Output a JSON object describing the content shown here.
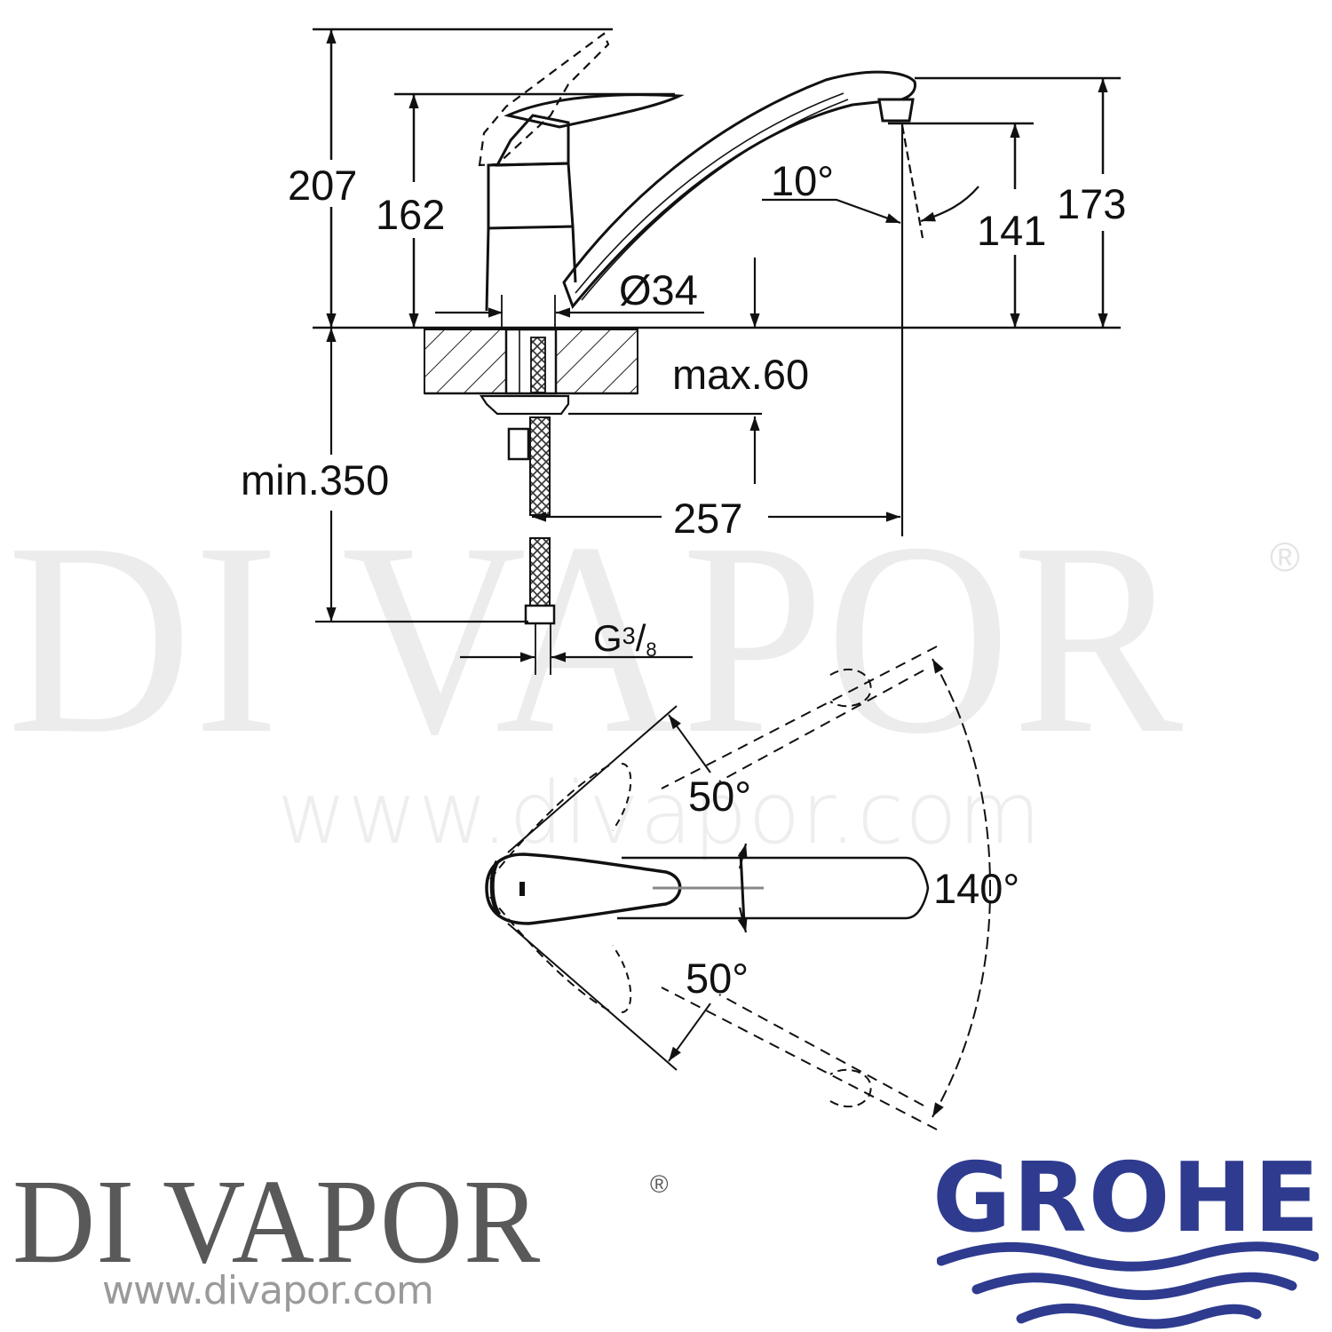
{
  "watermark": {
    "brand": "DI VAPOR",
    "registered": "®",
    "url": "www.divapor.com"
  },
  "side_view": {
    "dimensions": {
      "total_height_lever_up": "207",
      "height_lever": "162",
      "spout_top_height": "173",
      "spout_outlet_height": "141",
      "spout_angle": "10°",
      "body_diameter": "Ø34",
      "max_deck_thickness": "max.60",
      "spout_reach": "257",
      "min_hose_length": "min.350",
      "connection_thread_main": "G",
      "connection_thread_num": "3",
      "connection_thread_slash": "/",
      "connection_thread_den": "8"
    }
  },
  "top_view": {
    "angles": {
      "upper": "50°",
      "lower": "50°",
      "swivel": "140°"
    }
  },
  "footer": {
    "divapor_logo": "DI VAPOR",
    "divapor_registered": "®",
    "divapor_url": "www.divapor.com",
    "grohe_logo": "GROHE",
    "grohe_color": "#2e3b8f",
    "divapor_color": "#595959"
  }
}
